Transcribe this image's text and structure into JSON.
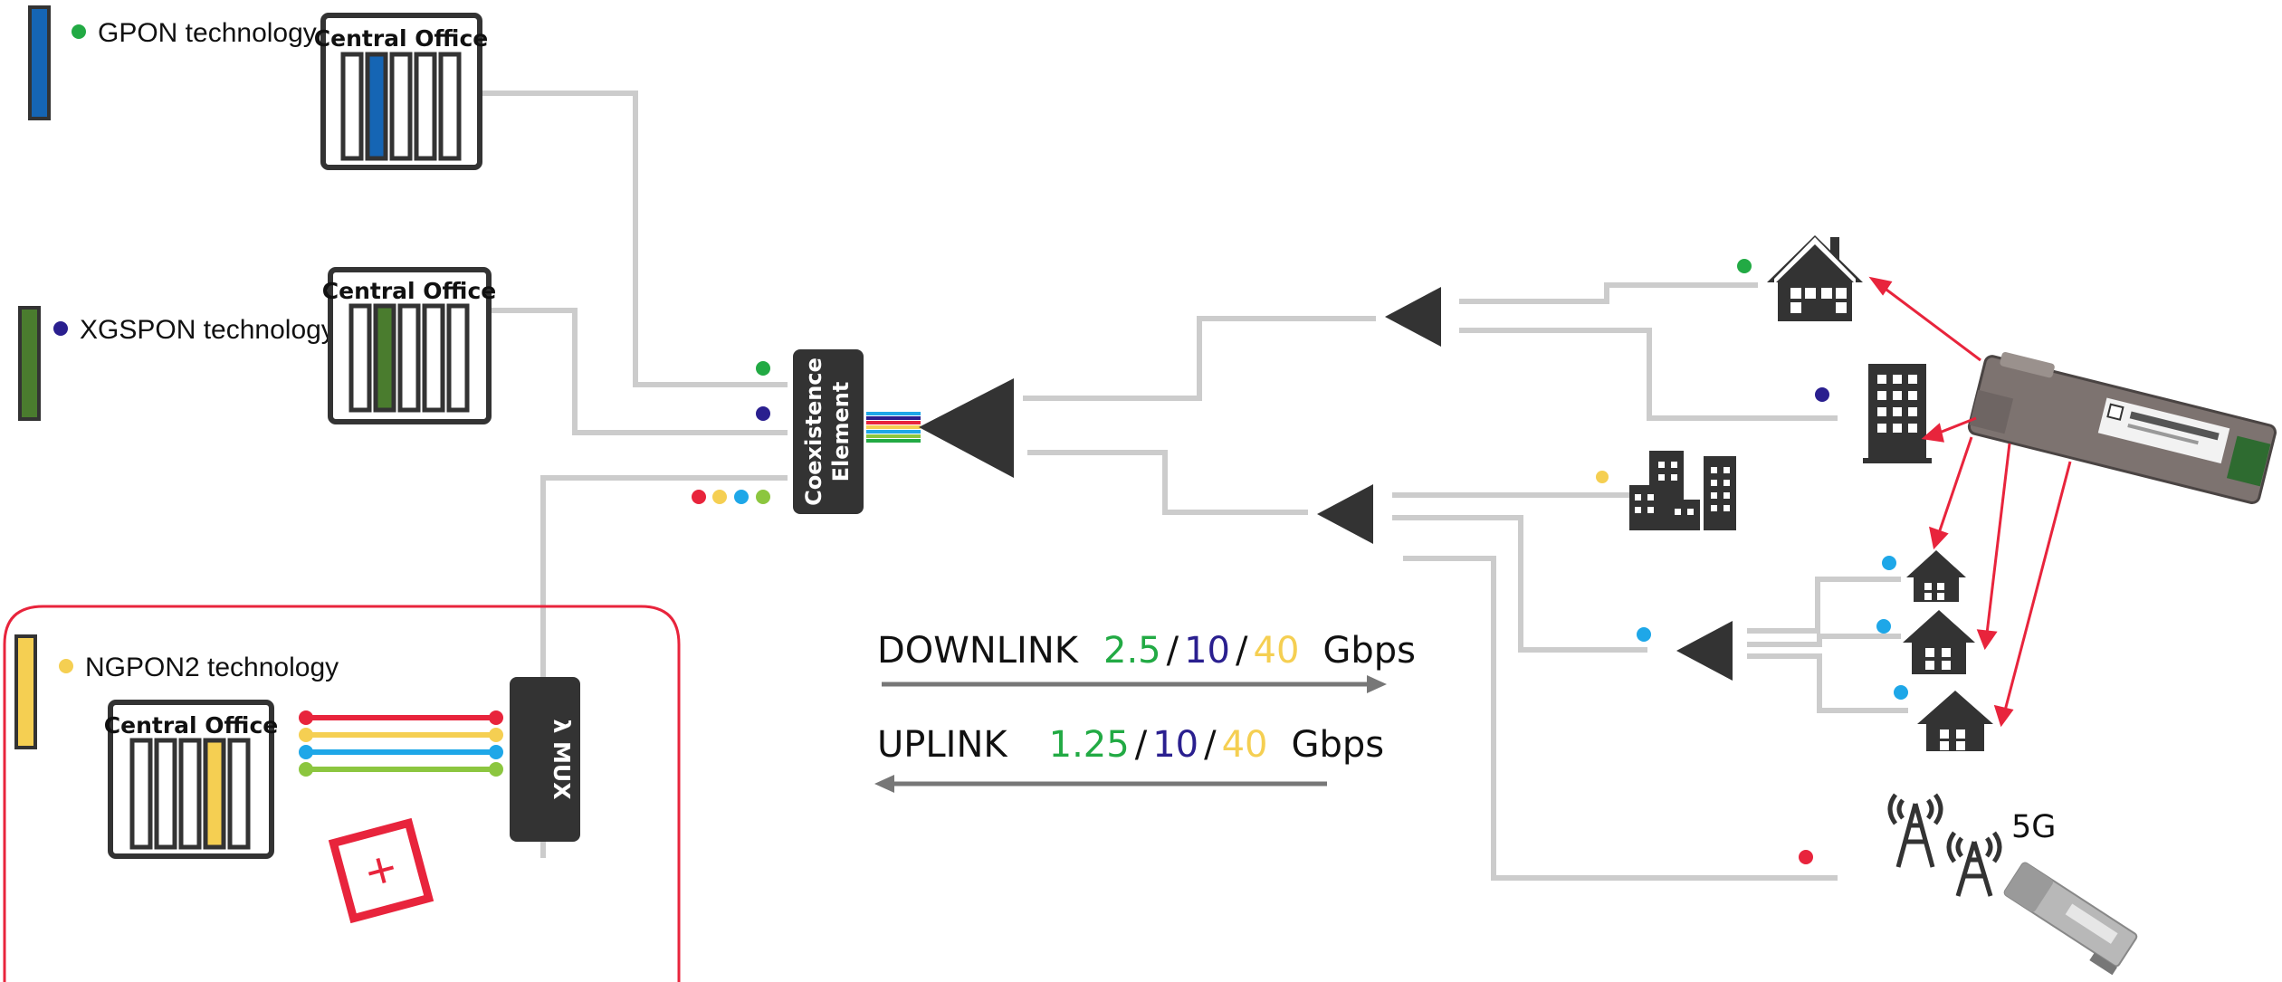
{
  "legend": {
    "gpon": {
      "label": "GPON technology",
      "color": "#1565b4",
      "dot": "#22aa44"
    },
    "xgspon": {
      "label": "XGSPON technology",
      "color": "#4a7c2e",
      "dot": "#2a1f8f"
    },
    "ngpon2": {
      "label": "NGPON2 technology",
      "color": "#f5cf52",
      "dot": "#f5cf52"
    }
  },
  "central_office": {
    "label": "Central Office"
  },
  "coexistence": {
    "line1": "Coexistence",
    "line2": "Element"
  },
  "mux": {
    "label": "λ MUX"
  },
  "downlink": {
    "label": "DOWNLINK",
    "rates": [
      "2.5",
      "10",
      "40"
    ],
    "sep": "/",
    "unit": "Gbps"
  },
  "uplink": {
    "label": "UPLINK",
    "rates": [
      "1.25",
      "10",
      "40"
    ],
    "sep": "/",
    "unit": "Gbps"
  },
  "fiveg": {
    "label": "5G"
  },
  "colors": {
    "fiber": "#cccccc",
    "dark": "#333333",
    "red": "#e8243c",
    "green": "#22aa44",
    "navy": "#2a1f8f",
    "yellow": "#f5cf52",
    "cyan": "#1ea7e8",
    "lightgreen": "#8cc63f",
    "arrow": "#777777"
  },
  "icons": {
    "house": "house-icon",
    "building": "building-icon",
    "city": "city-icon",
    "tower": "cell-tower-icon",
    "transceiver": "sfp-transceiver-icon",
    "plus": "plus-sign-icon"
  }
}
